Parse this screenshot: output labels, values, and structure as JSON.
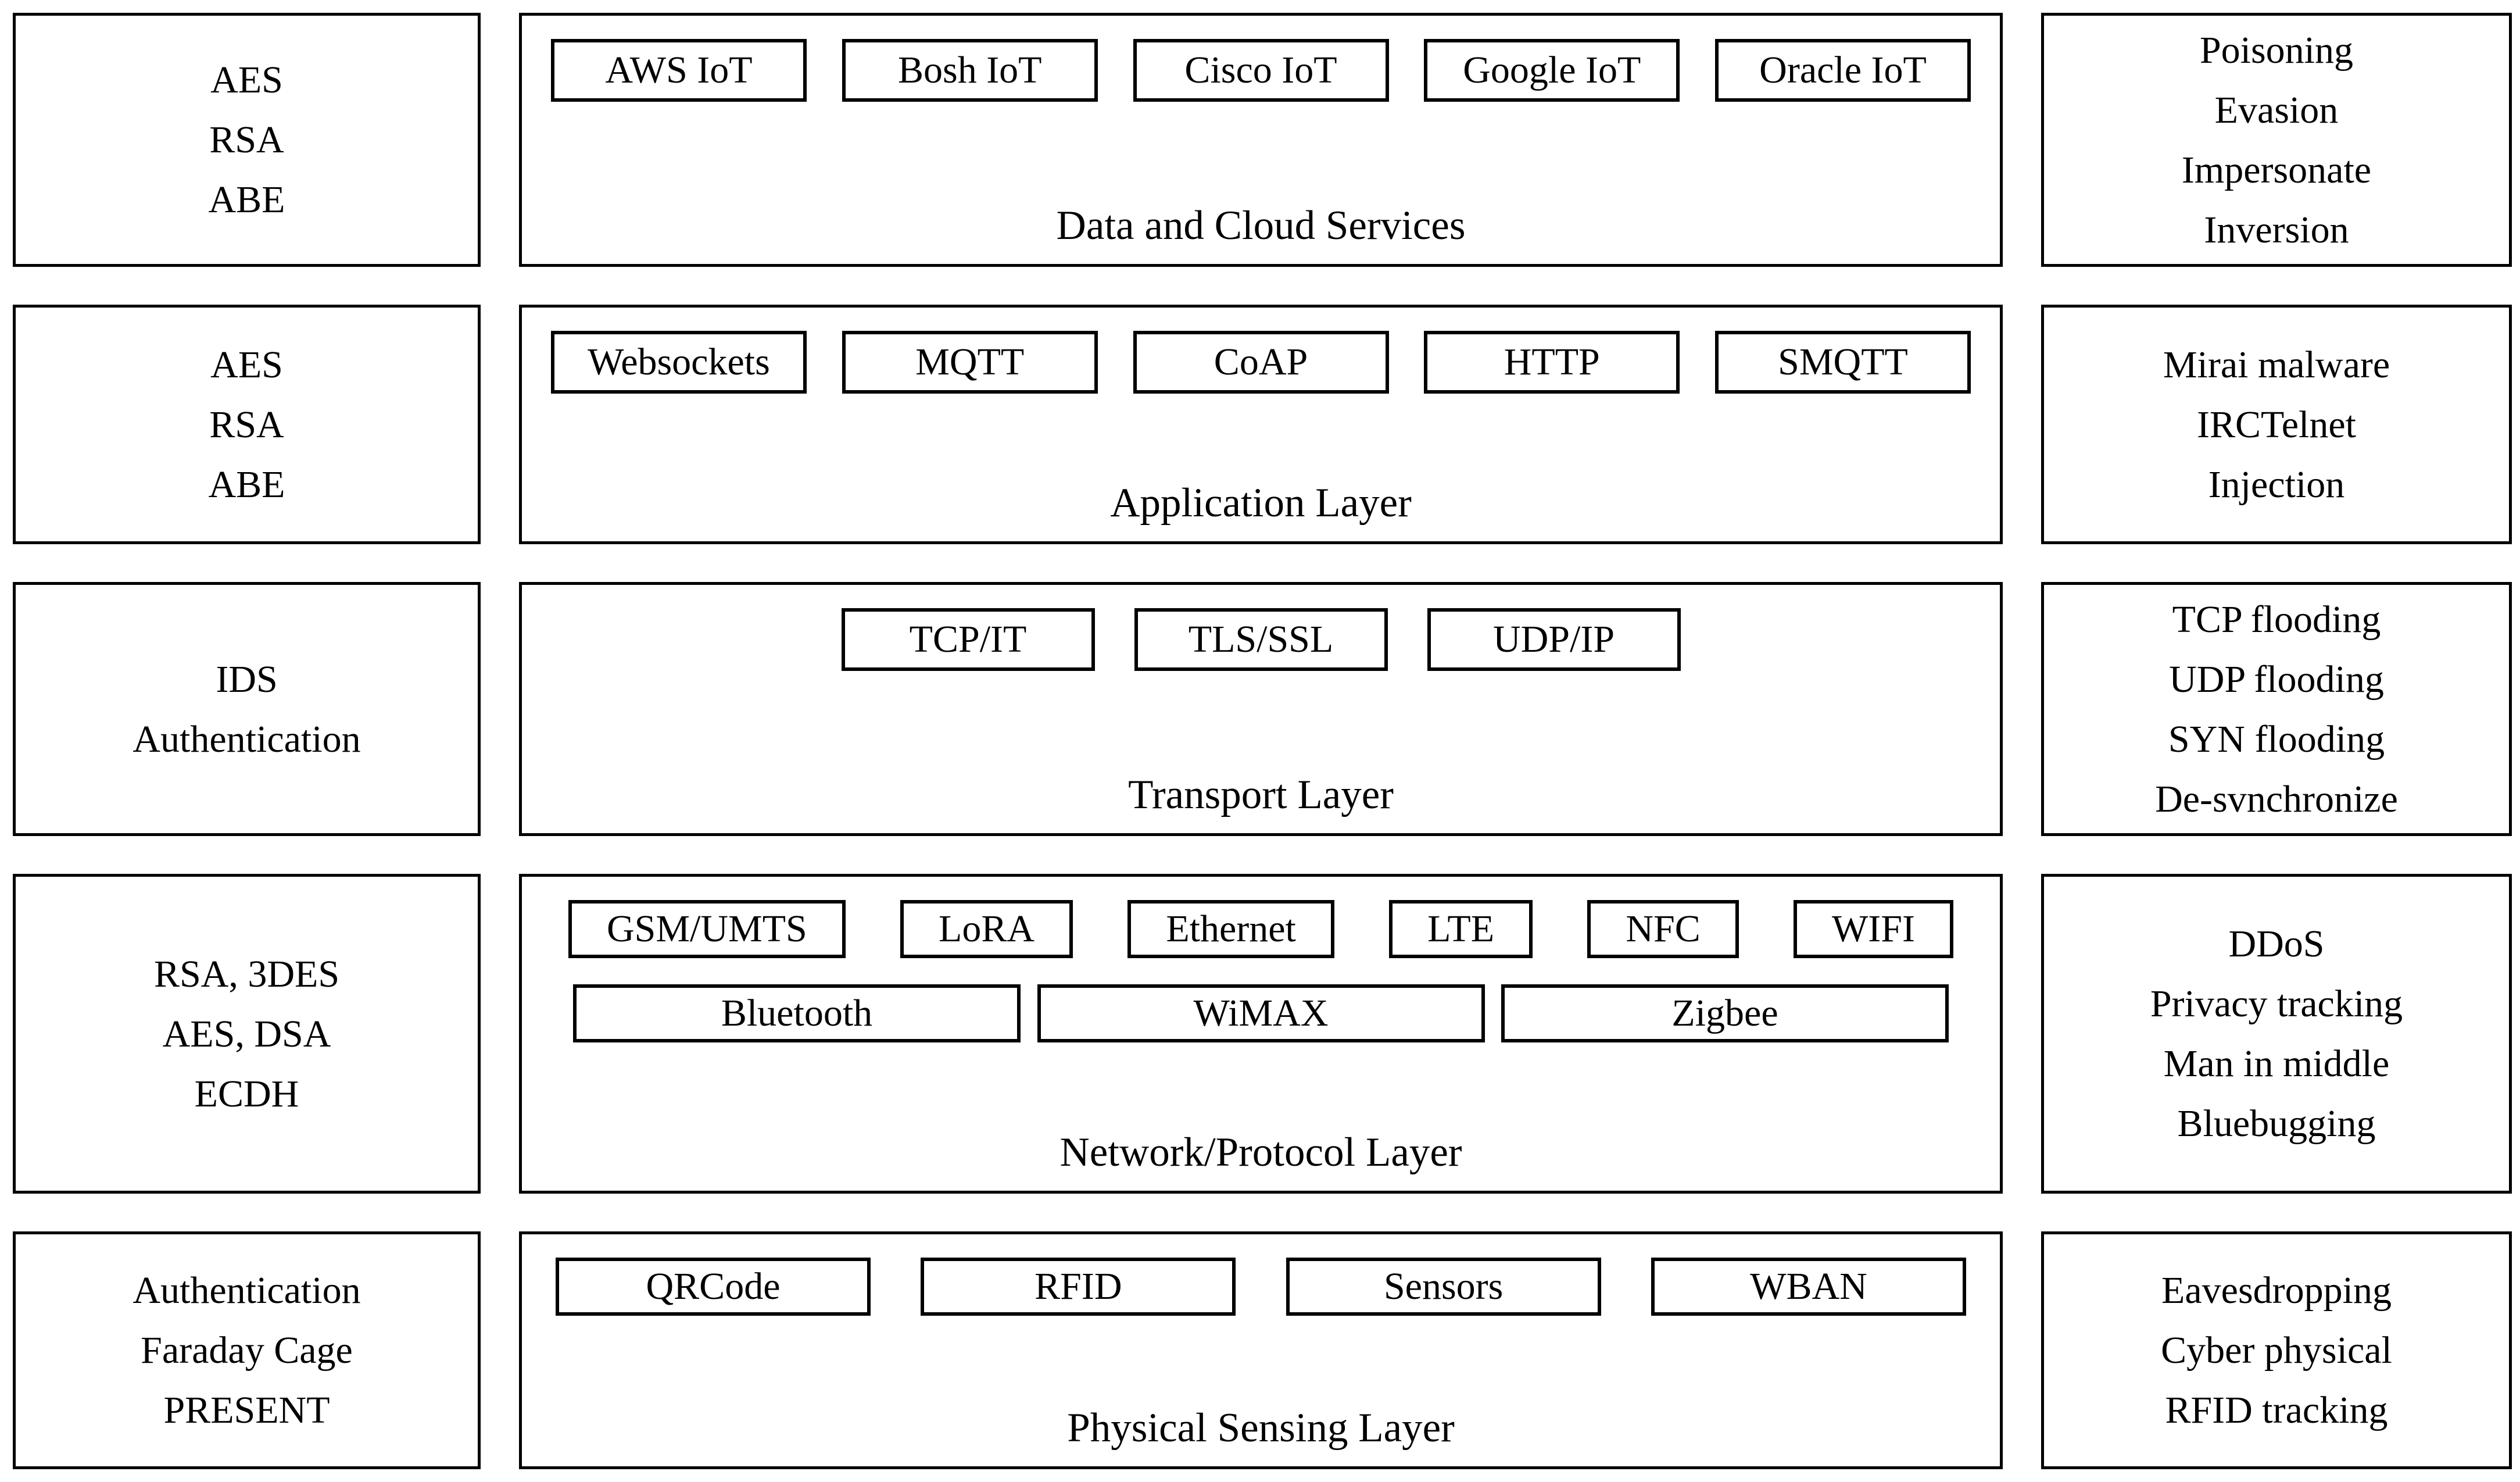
{
  "diagram": {
    "colors": {
      "background": "#ffffff",
      "border": "#000000",
      "text": "#000000"
    },
    "rows": [
      {
        "security": [
          "AES",
          "RSA",
          "ABE"
        ],
        "layer_label": "Data and Cloud Services",
        "protocol_rows": [
          [
            "AWS IoT",
            "Bosh IoT",
            "Cisco IoT",
            "Google IoT",
            "Oracle IoT"
          ]
        ],
        "attacks": [
          "Poisoning",
          "Evasion",
          "Impersonate",
          "Inversion"
        ]
      },
      {
        "security": [
          "AES",
          "RSA",
          "ABE"
        ],
        "layer_label": "Application Layer",
        "protocol_rows": [
          [
            "Websockets",
            "MQTT",
            "CoAP",
            "HTTP",
            "SMQTT"
          ]
        ],
        "attacks": [
          "Mirai malware",
          "IRCTelnet",
          "Injection"
        ]
      },
      {
        "security": [
          "IDS",
          "Authentication"
        ],
        "layer_label": "Transport Layer",
        "protocol_rows": [
          [
            "TCP/IT",
            "TLS/SSL",
            "UDP/IP"
          ]
        ],
        "attacks": [
          "TCP flooding",
          "UDP flooding",
          "SYN flooding",
          "De-svnchronize"
        ]
      },
      {
        "security": [
          "RSA, 3DES",
          "AES, DSA",
          "ECDH"
        ],
        "layer_label": "Network/Protocol Layer",
        "protocol_rows": [
          [
            "GSM/UMTS",
            "LoRA",
            "Ethernet",
            "LTE",
            "NFC",
            "WIFI"
          ],
          [
            "Bluetooth",
            "WiMAX",
            "Zigbee"
          ]
        ],
        "attacks": [
          "DDoS",
          "Privacy tracking",
          "Man in middle",
          "Bluebugging"
        ]
      },
      {
        "security": [
          "Authentication",
          "Faraday Cage",
          "PRESENT"
        ],
        "layer_label": "Physical Sensing Layer",
        "protocol_rows": [
          [
            "QRCode",
            "RFID",
            "Sensors",
            "WBAN"
          ]
        ],
        "attacks": [
          "Eavesdropping",
          "Cyber physical",
          "RFID tracking"
        ]
      }
    ]
  }
}
